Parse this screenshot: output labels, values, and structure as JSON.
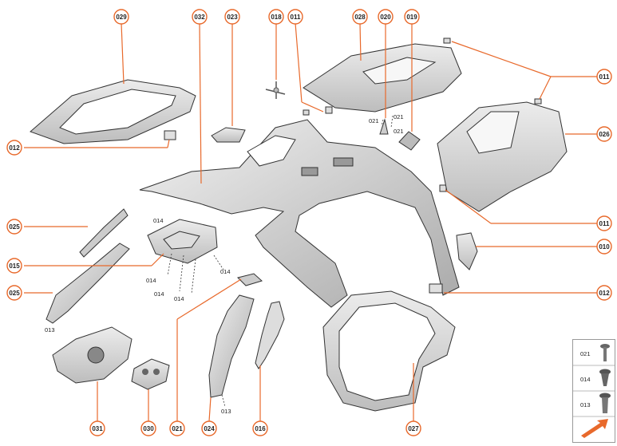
{
  "accent_color": "#e8692b",
  "callouts": {
    "c029": "029",
    "c032": "032",
    "c023": "023",
    "c018": "018",
    "c011a": "011",
    "c028": "028",
    "c020": "020",
    "c019": "019",
    "c011b": "011",
    "c012a": "012",
    "c026": "026",
    "c025a": "025",
    "c011c": "011",
    "c010": "010",
    "c015": "015",
    "c025b": "025",
    "c012b": "012",
    "c031": "031",
    "c030": "030",
    "c021": "021",
    "c024": "024",
    "c016": "016",
    "c027": "027"
  },
  "small_labels": {
    "l014a": "014",
    "l014b": "014",
    "l014c": "014",
    "l014d": "014",
    "l014e": "014",
    "l021a": "021",
    "l021b": "021",
    "l021c": "021",
    "l013a": "013",
    "l013b": "013"
  },
  "legend": {
    "item1": "021",
    "item2": "014",
    "item3": "013"
  },
  "icons": {
    "screw": "screw-icon",
    "clip": "clip-icon",
    "arrow": "orange-arrow-icon"
  }
}
